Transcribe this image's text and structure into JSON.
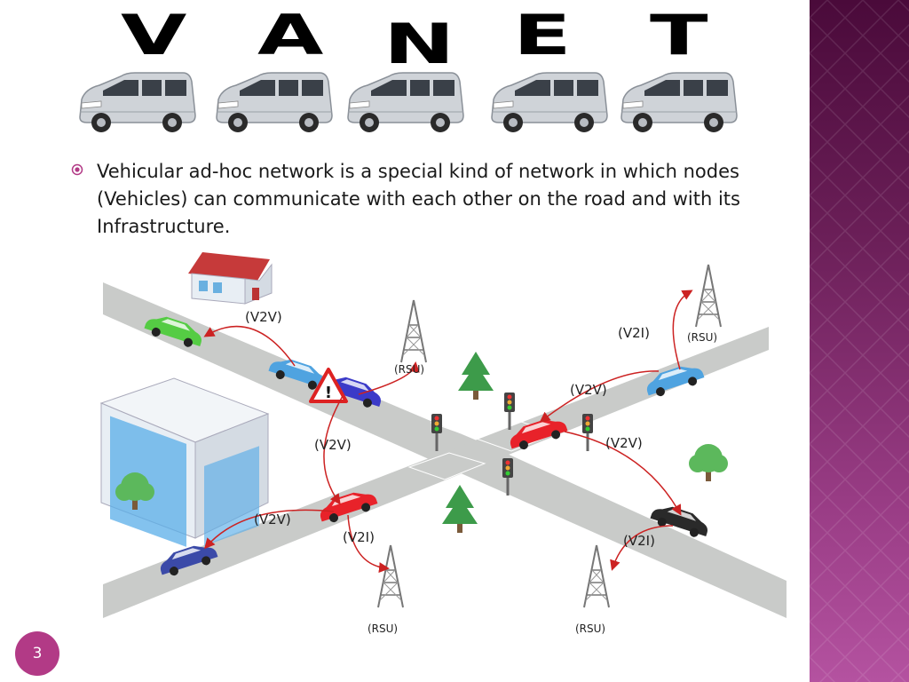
{
  "title": {
    "letters": [
      "V",
      "A",
      "N",
      "E",
      "T"
    ]
  },
  "bullet": {
    "text": "Vehicular ad-hoc network is a special kind of network in which nodes (Vehicles) can communicate with each other on the road and with its Infrastructure."
  },
  "diagram": {
    "labels": {
      "v2v_top": "(V2V)",
      "v2v_left": "(V2V)",
      "v2v_bottom_left": "(V2V)",
      "v2v_right_upper": "(V2V)",
      "v2v_right_lower": "(V2V)",
      "v2i_top_right": "(V2I)",
      "v2i_bottom_left": "(V2I)",
      "v2i_bottom_right": "(V2I)",
      "rsu_center": "(RSU)",
      "rsu_top_right": "(RSU)",
      "rsu_bottom_left": "(RSU)",
      "rsu_bottom_right": "(RSU)"
    },
    "colors": {
      "road": "#c9cbc9",
      "arrow": "#cc2222",
      "green_car": "#55cc44",
      "blue_car": "#4fa3e0",
      "red_car": "#e8222a",
      "navy_car": "#3b4aa8",
      "black_car": "#2a2a2a",
      "tree": "#3d9b4a",
      "building": "#e8eef4"
    }
  },
  "page": {
    "number": "3"
  },
  "theme": {
    "accent": "#b23a86",
    "band_top": "#4a0a3a",
    "band_bottom": "#b452a0"
  }
}
